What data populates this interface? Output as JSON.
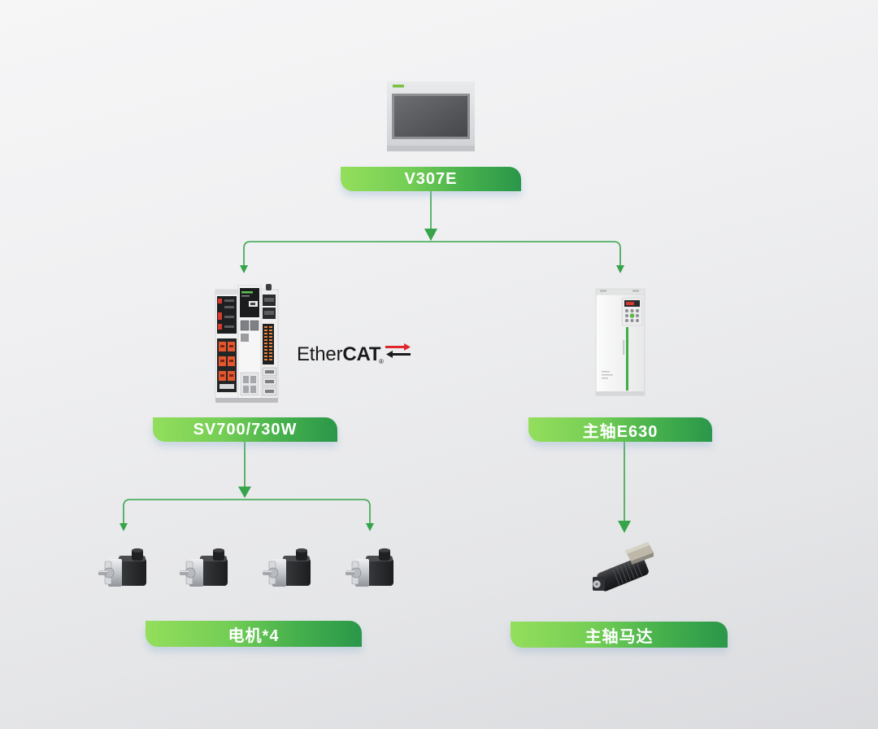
{
  "labels": {
    "hmi": "V307E",
    "servo_drive": "SV700/730W",
    "spindle_inverter": "主轴E630",
    "servo_motors": "电机*4",
    "spindle_motor": "主轴马达"
  },
  "ethercat_logo": {
    "ether": "Ether",
    "cat": "CAT",
    "registered": "®"
  },
  "icons": {
    "hmi": "hmi-touchscreen-icon",
    "servo_drive": "servo-drive-icon",
    "spindle_inverter": "inverter-icon",
    "servo_motor": "servo-motor-icon",
    "spindle_motor": "spindle-motor-icon",
    "connector_arrow": "arrow-down-icon"
  },
  "colors": {
    "label_gradient_start": "#94de5c",
    "label_gradient_end": "#2a974a",
    "connector": "#36a44a",
    "ethercat_red": "#e0262b"
  }
}
